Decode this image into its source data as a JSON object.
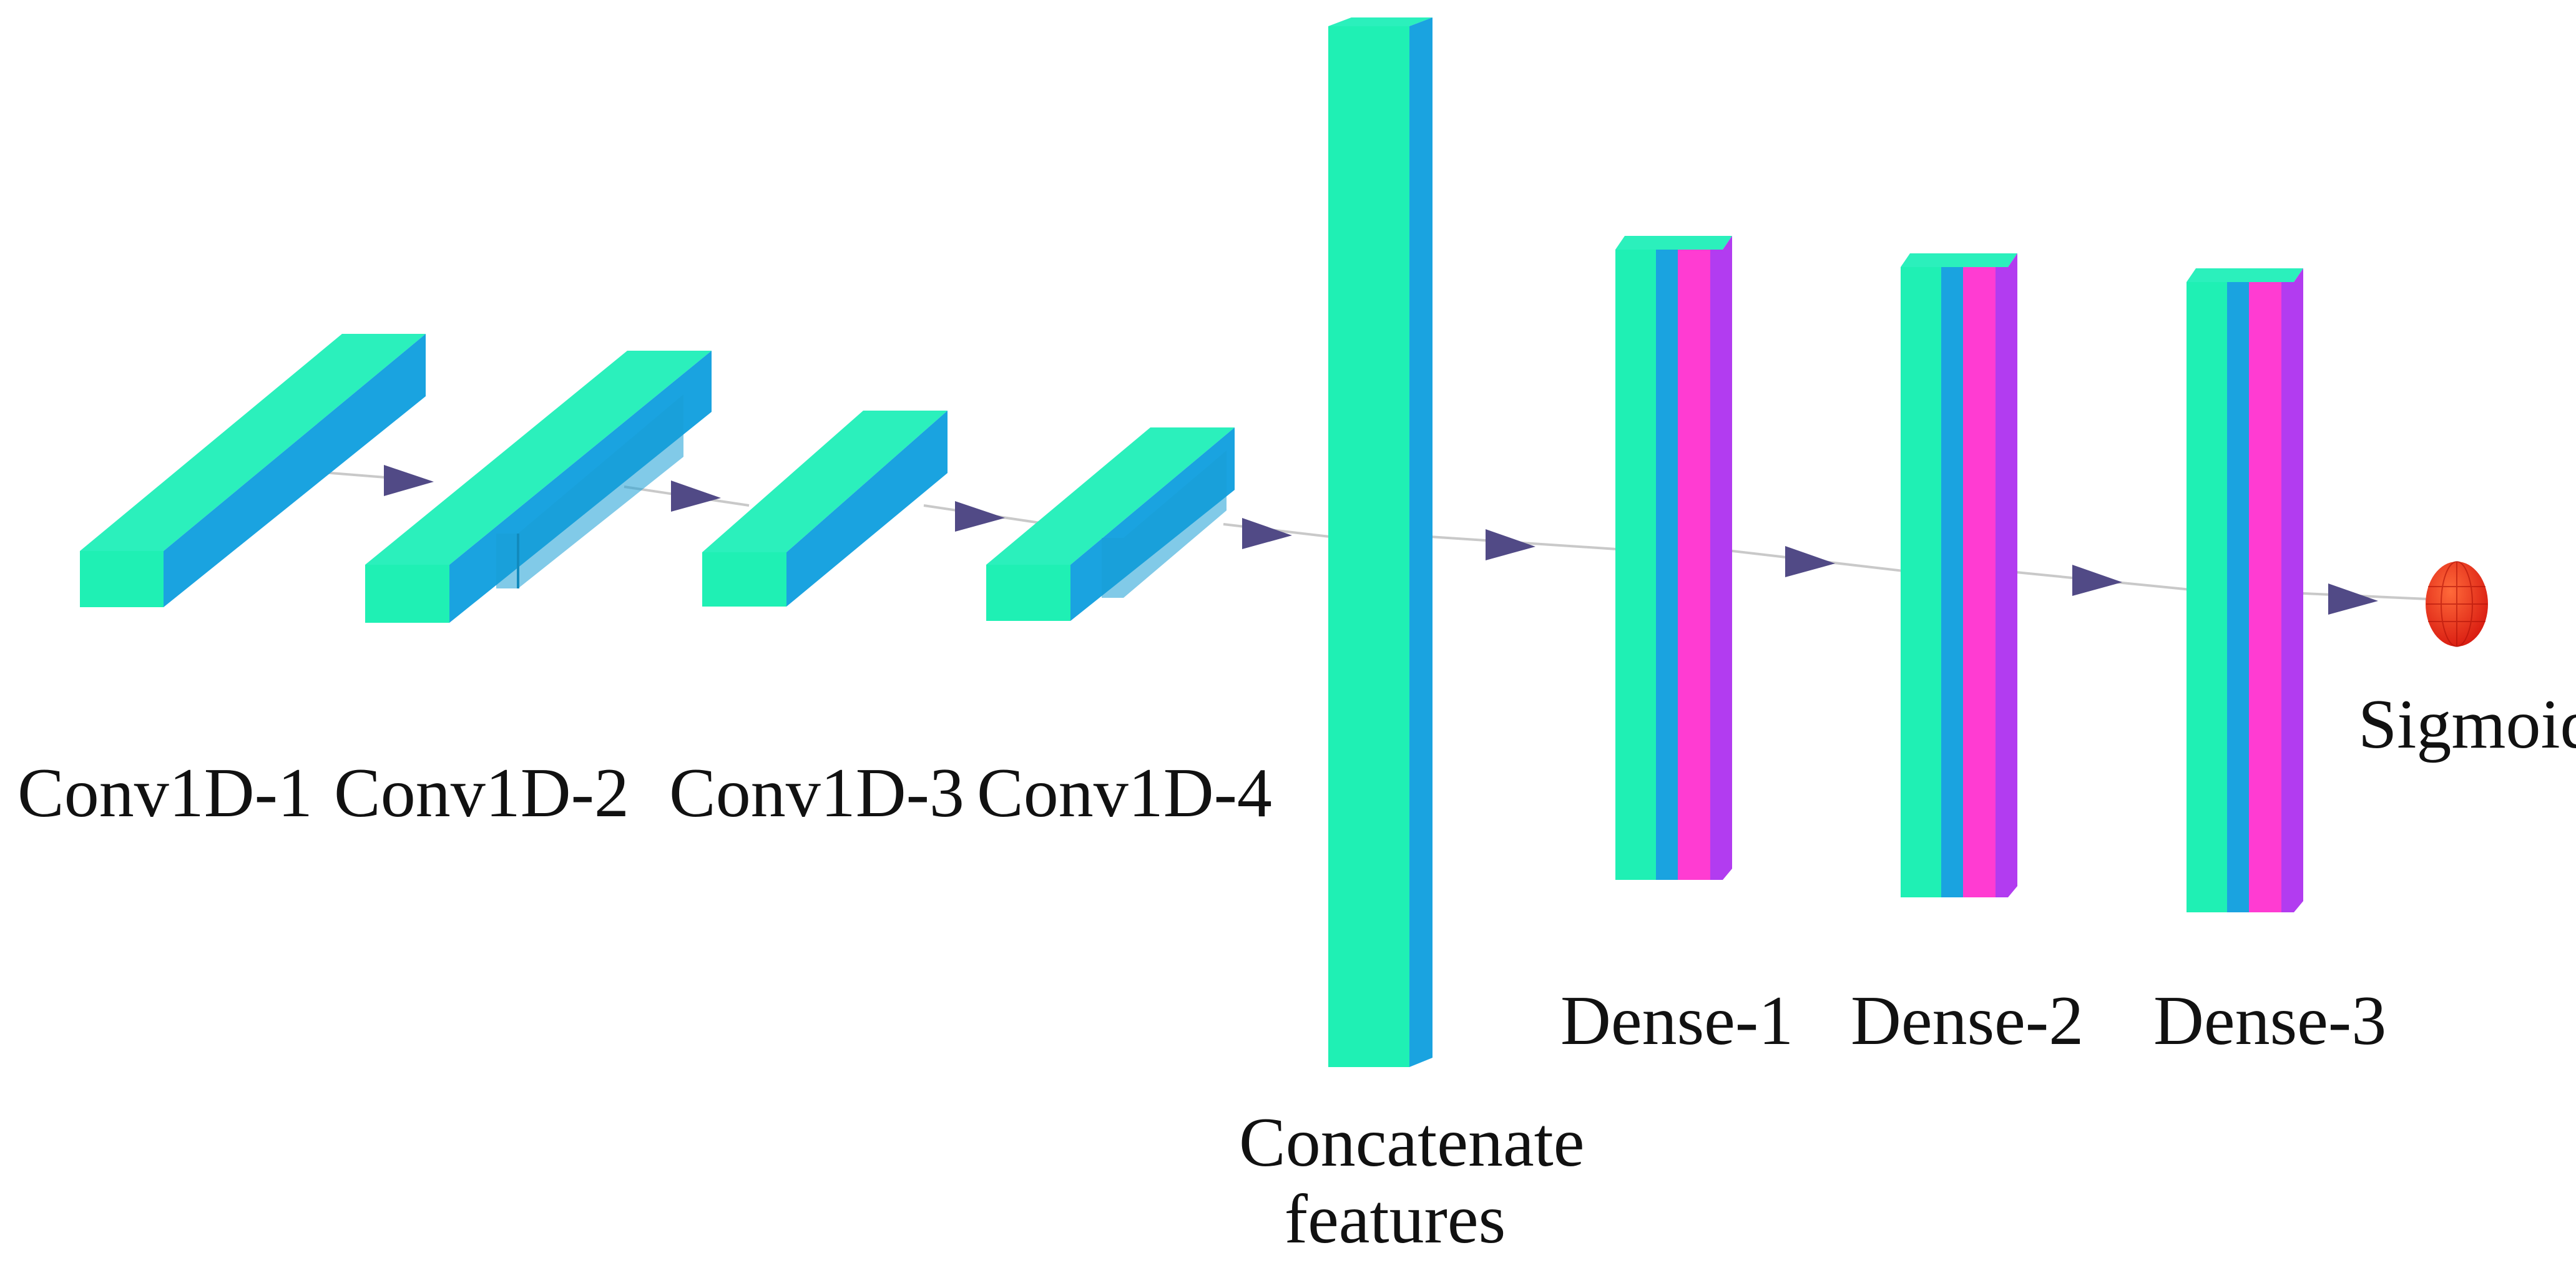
{
  "colors": {
    "block_front": "#1ff0b4",
    "block_top": "#2bf0bc",
    "block_side": "#1aa3e0",
    "dense_magenta": "#ff3cd2",
    "dense_purple": "#b23cf0",
    "arrow": "#514a86",
    "connector": "#c9c9c9",
    "sigmoid_node": "#ff3b1e",
    "label_text": "#111111"
  },
  "layers": {
    "conv1": {
      "label": "Conv1D-1"
    },
    "conv2": {
      "label": "Conv1D-2"
    },
    "conv3": {
      "label": "Conv1D-3"
    },
    "conv4": {
      "label": "Conv1D-4"
    },
    "concat": {
      "label_line1": "Concatenate",
      "label_line2": "features"
    },
    "dense1": {
      "label": "Dense-1"
    },
    "dense2": {
      "label": "Dense-2"
    },
    "dense3": {
      "label": "Dense-3"
    },
    "sigmoid": {
      "label": "Sigmoid"
    }
  }
}
